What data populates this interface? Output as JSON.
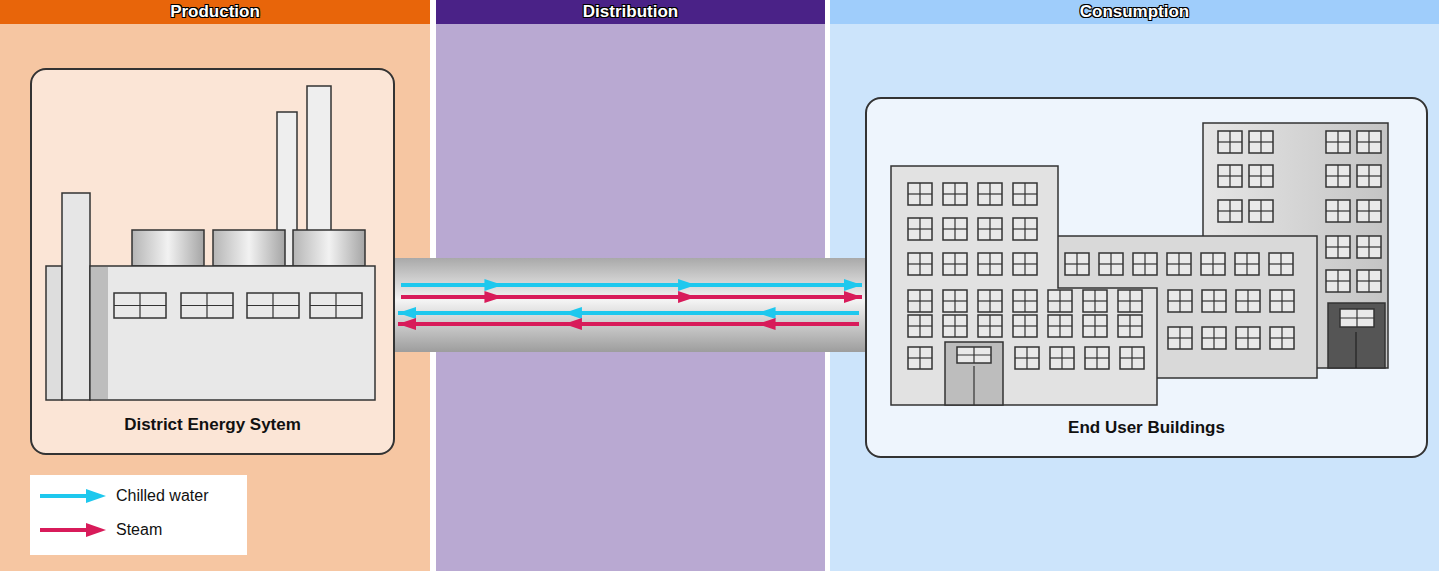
{
  "diagram": {
    "nodes": [
      {
        "text": [
          "Production"
        ]
      },
      {
        "text": [
          "Distribution"
        ]
      },
      {
        "text": [
          "Consumption"
        ]
      },
      {
        "text": [
          "District Energy Sytem"
        ],
        "in": 0
      },
      {
        "text": [
          "End User Buildings"
        ],
        "in": 2
      }
    ],
    "edges": [
      {
        "from": 3,
        "to": 4,
        "arrow": "to"
      },
      {
        "from": 3,
        "to": 4,
        "arrow": "to"
      },
      {
        "from": 4,
        "to": 3,
        "arrow": "to"
      },
      {
        "from": 4,
        "to": 3,
        "arrow": "to"
      }
    ],
    "legend": [
      {
        "text": "Chilled water",
        "color": "#1ec8ee"
      },
      {
        "text": "Steam",
        "color": "#d81b5a"
      }
    ]
  }
}
